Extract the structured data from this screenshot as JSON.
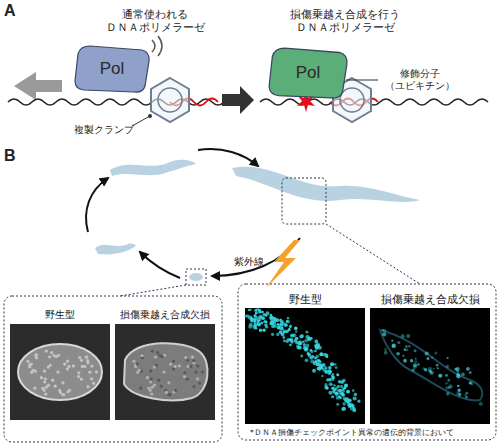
{
  "diagram": {
    "nodes": [
      {
        "text": [
          "Pol"
        ]
      },
      {
        "text": [
          "Pol"
        ]
      },
      {
        "text": [
          "野生型"
        ]
      },
      {
        "text": [
          "損傷乗越え合成欠損"
        ]
      },
      {
        "text": [
          "野生型"
        ]
      },
      {
        "text": [
          "損傷乗越え合成欠損"
        ]
      }
    ],
    "labels": [
      "A",
      "通常使われる ＤＮＡポリメラーゼ",
      "損傷乗越え合成を行う ＤＮＡポリメラーゼ",
      "修飾分子 （ユビキチン）",
      "複製クランプ",
      "B",
      "紫外線",
      "*ＤＮＡ損傷チェックポイント異常の遺伝的背景において"
    ]
  }
}
